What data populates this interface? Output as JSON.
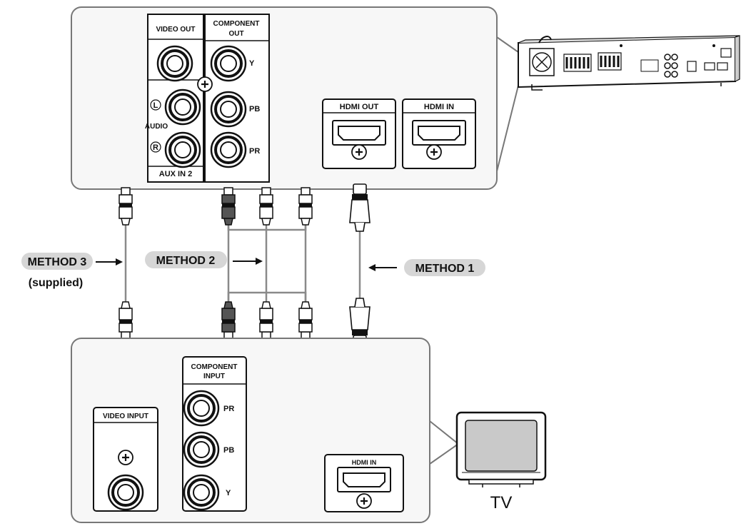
{
  "player_panel": {
    "video_out": "VIDEO OUT",
    "component_out_line1": "COMPONENT",
    "component_out_line2": "OUT",
    "y": "Y",
    "pb": "PB",
    "pr": "PR",
    "audio_l": "L",
    "audio_word": "AUDIO",
    "audio_r": "R",
    "aux_in": "AUX IN 2",
    "hdmi_out": "HDMI OUT",
    "hdmi_in": "HDMI IN"
  },
  "methods": {
    "method1": "METHOD 1",
    "method2": "METHOD 2",
    "method3": "METHOD 3",
    "method3_note": "(supplied)"
  },
  "tv_panel": {
    "video_input": "VIDEO INPUT",
    "component_input_line1": "COMPONENT",
    "component_input_line2": "INPUT",
    "pr": "PR",
    "pb": "PB",
    "y": "Y",
    "hdmi_in": "HDMI IN"
  },
  "tv_label": "TV",
  "colors": {
    "panel_stroke": "#777777",
    "pill_fill": "#d6d6d6",
    "cable": "#8a8a8a",
    "plug_dark": "#444444"
  }
}
